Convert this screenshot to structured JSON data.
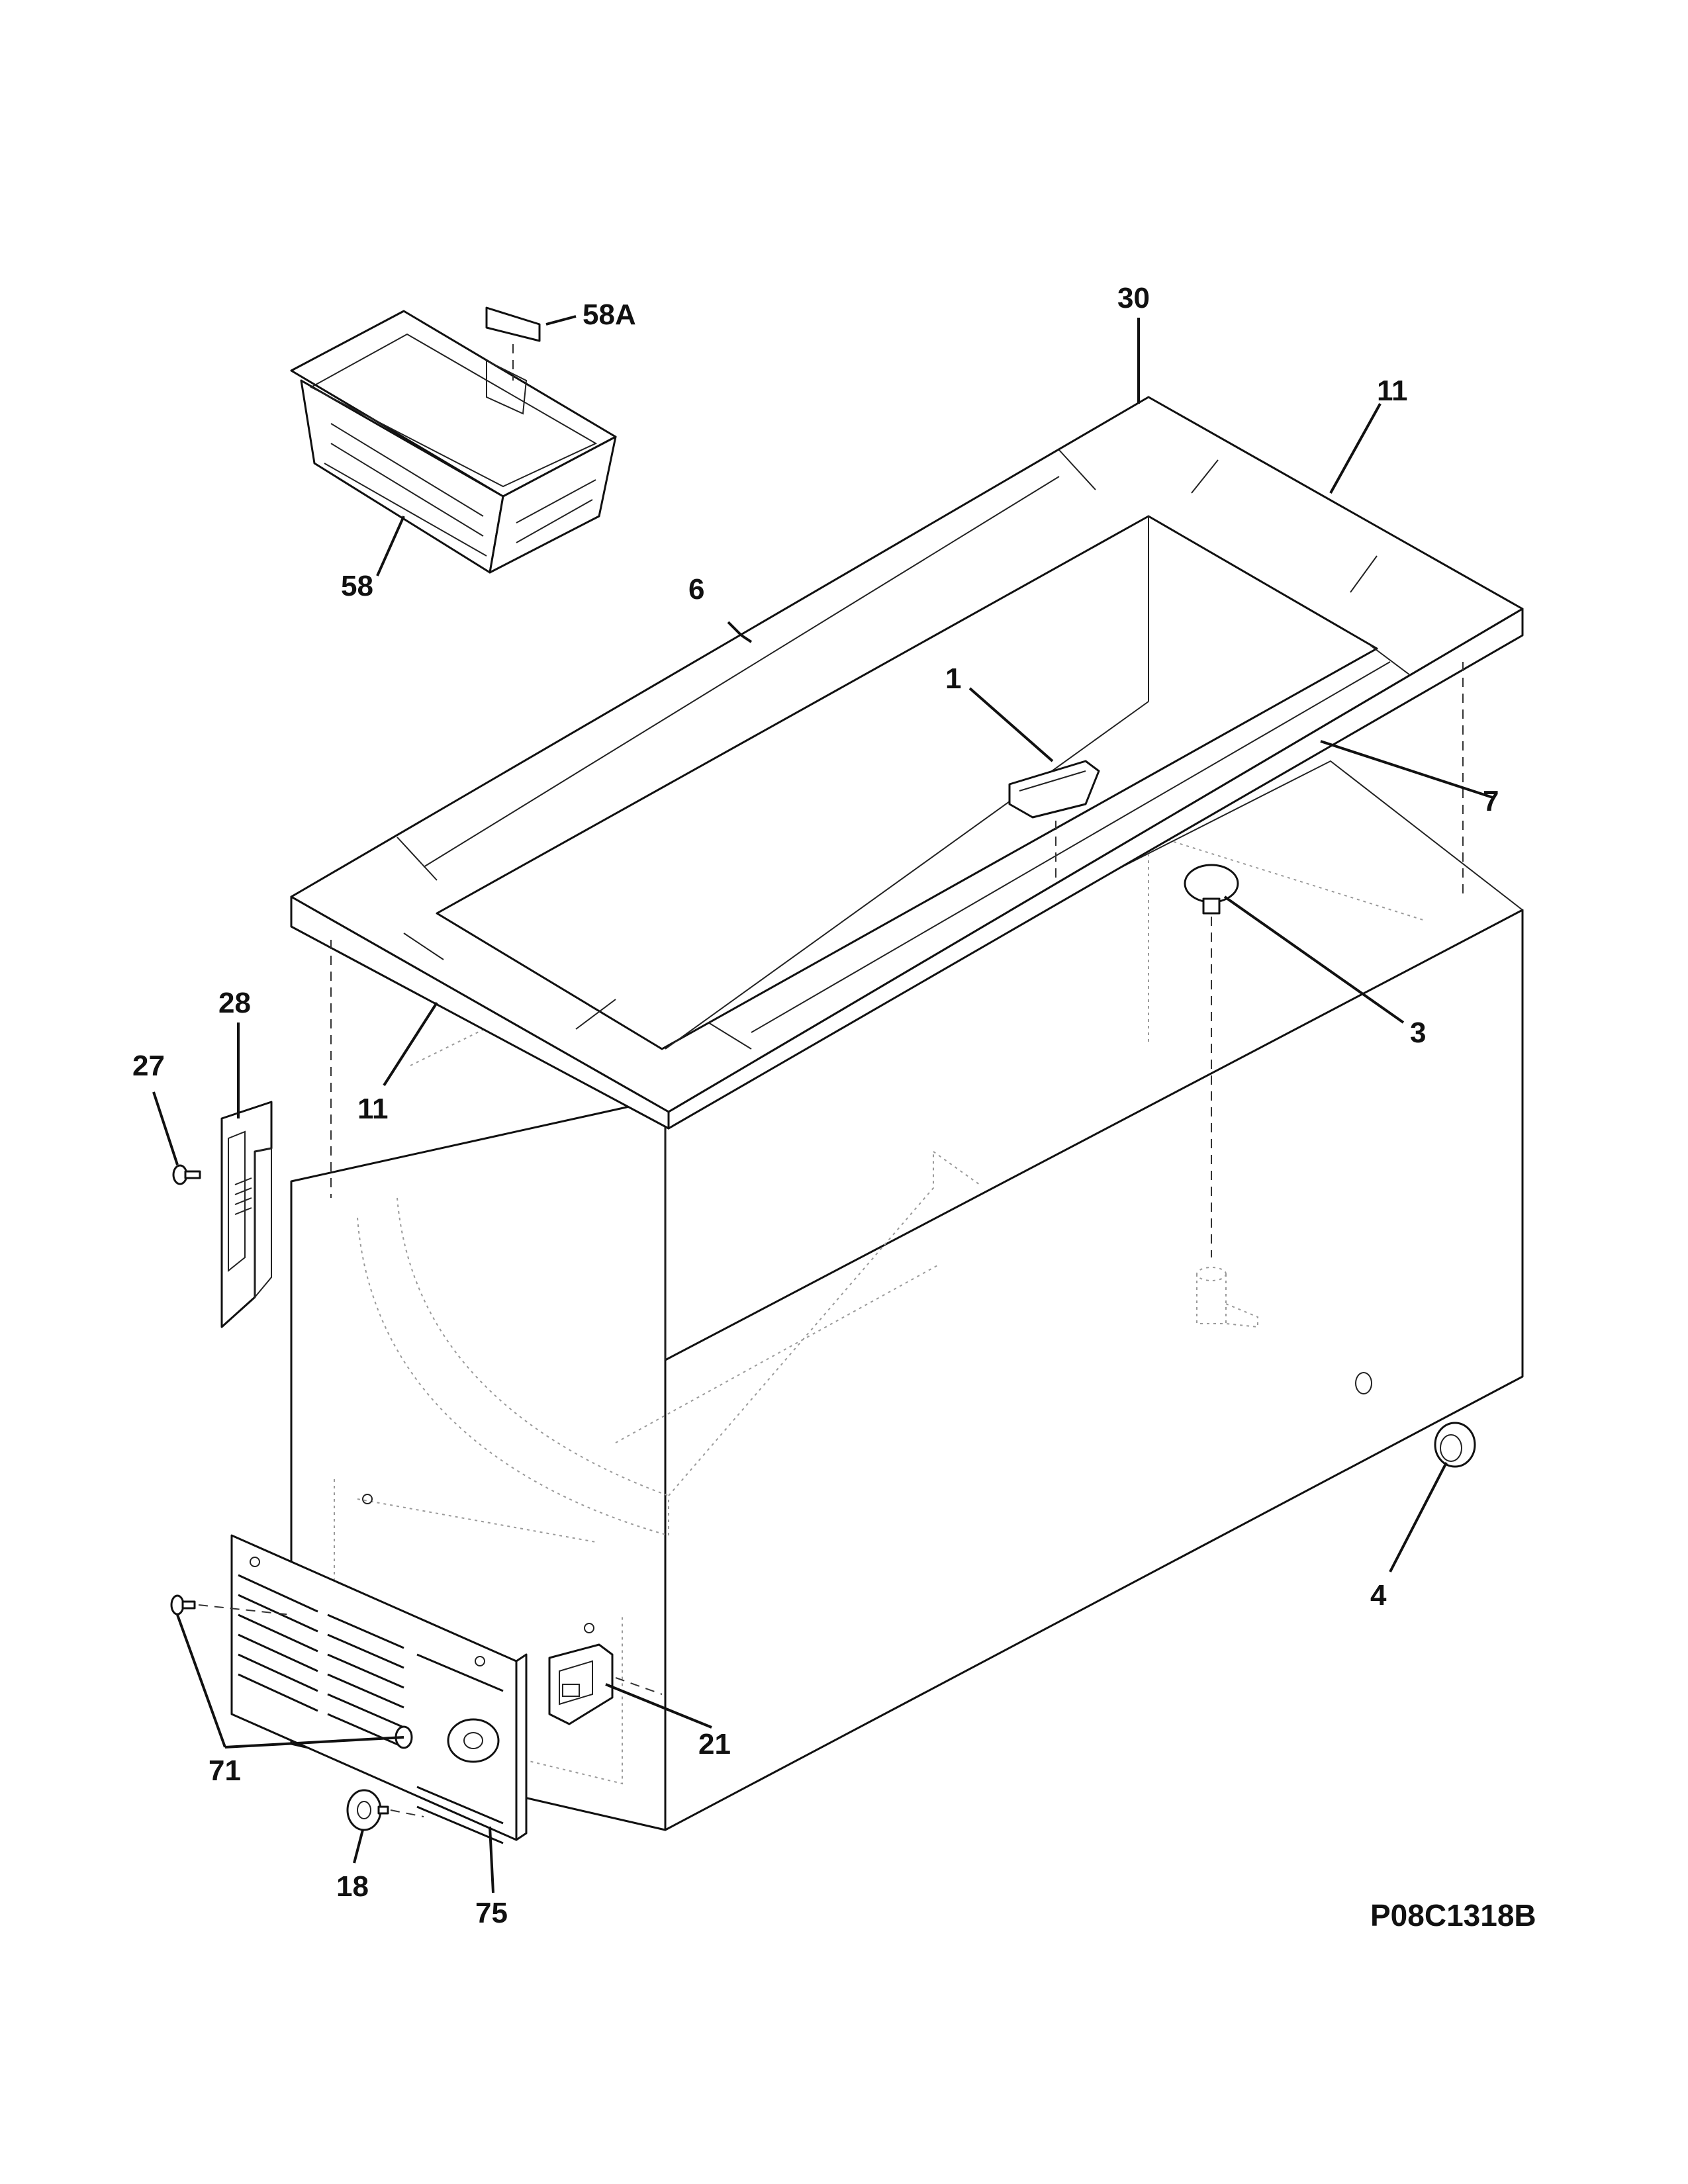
{
  "diagram": {
    "callouts": {
      "c58a": "58A",
      "c58": "58",
      "c30": "30",
      "c11_top": "11",
      "c6": "6",
      "c1": "1",
      "c7": "7",
      "c3": "3",
      "c28": "28",
      "c27": "27",
      "c11_bottom": "11",
      "c4": "4",
      "c21": "21",
      "c71": "71",
      "c18": "18",
      "c75": "75"
    },
    "drawing_code": "P08C1318B"
  }
}
